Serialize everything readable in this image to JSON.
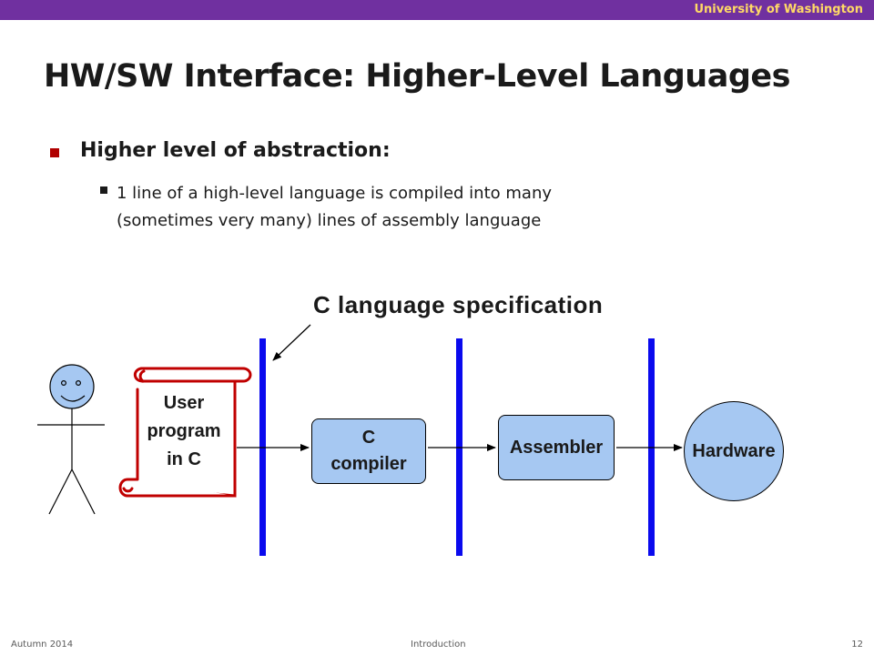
{
  "header": {
    "institution": "University of Washington"
  },
  "slide": {
    "title": "HW/SW Interface: Higher-Level Languages",
    "bullet": "Higher level of abstraction:",
    "subbullet_lines": [
      "1 line of a high-level language is compiled into many",
      "(sometimes very many) lines of assembly language"
    ]
  },
  "diagram": {
    "spec_label": "C language specification",
    "scroll_lines": [
      "User",
      "program",
      "in C"
    ],
    "compiler_lines": [
      "C",
      "compiler"
    ],
    "assembler_label": "Assembler",
    "hardware_label": "Hardware"
  },
  "footer": {
    "left": "Autumn 2014",
    "center": "Introduction",
    "page": "12"
  },
  "colors": {
    "header_bar": "#7030a0",
    "header_text": "#ffd966",
    "bullet_marker": "#b00000",
    "interface_lines": "#0a0aee",
    "box_fill": "#a6c8f2",
    "scroll_stroke": "#c00000"
  }
}
